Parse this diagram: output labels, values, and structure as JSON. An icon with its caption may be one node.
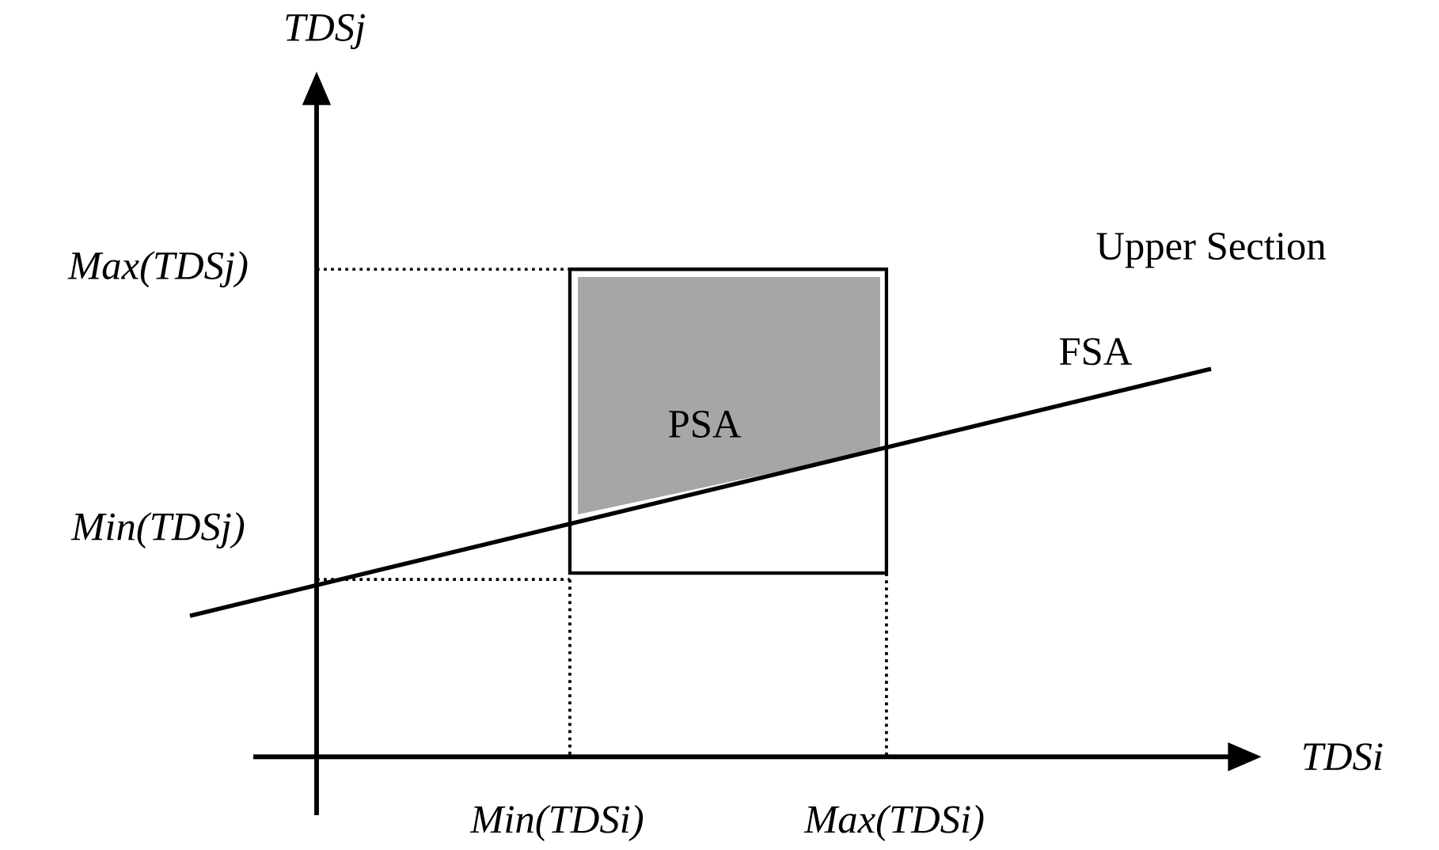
{
  "diagram": {
    "nodes": [
      {
        "text": [
          "PSA"
        ]
      }
    ],
    "labels": [
      "TDSj",
      "Max(TDSj)",
      "Upper Section",
      "FSA",
      "Min(TDSj)",
      "TDSi",
      "Min(TDSi)",
      "Max(TDSi)"
    ]
  }
}
